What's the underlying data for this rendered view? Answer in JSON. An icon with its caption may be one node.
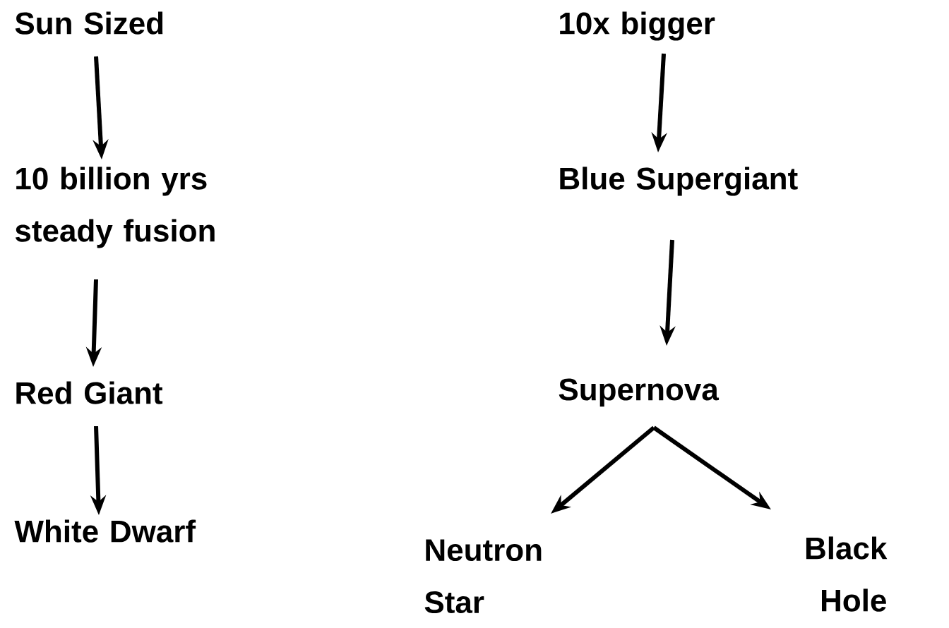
{
  "diagram": {
    "nodes": [
      {
        "text": [
          "Sun Sized"
        ]
      },
      {
        "text": [
          "10 billion yrs steady fusion"
        ]
      },
      {
        "text": [
          "Red Giant"
        ]
      },
      {
        "text": [
          "White Dwarf"
        ]
      },
      {
        "text": [
          "10x bigger"
        ]
      },
      {
        "text": [
          "Blue Supergiant"
        ]
      },
      {
        "text": [
          "Supernova"
        ]
      },
      {
        "text": [
          "Neutron Star"
        ]
      },
      {
        "text": [
          "Black Hole"
        ]
      }
    ],
    "edges": [
      {
        "from": 0,
        "to": 1,
        "arrow": "to"
      },
      {
        "from": 1,
        "to": 2,
        "arrow": "to"
      },
      {
        "from": 2,
        "to": 3,
        "arrow": "to"
      },
      {
        "from": 4,
        "to": 5,
        "arrow": "to"
      },
      {
        "from": 5,
        "to": 6,
        "arrow": "to"
      },
      {
        "from": 6,
        "to": 7,
        "arrow": "to"
      },
      {
        "from": 6,
        "to": 8,
        "arrow": "to"
      }
    ]
  }
}
